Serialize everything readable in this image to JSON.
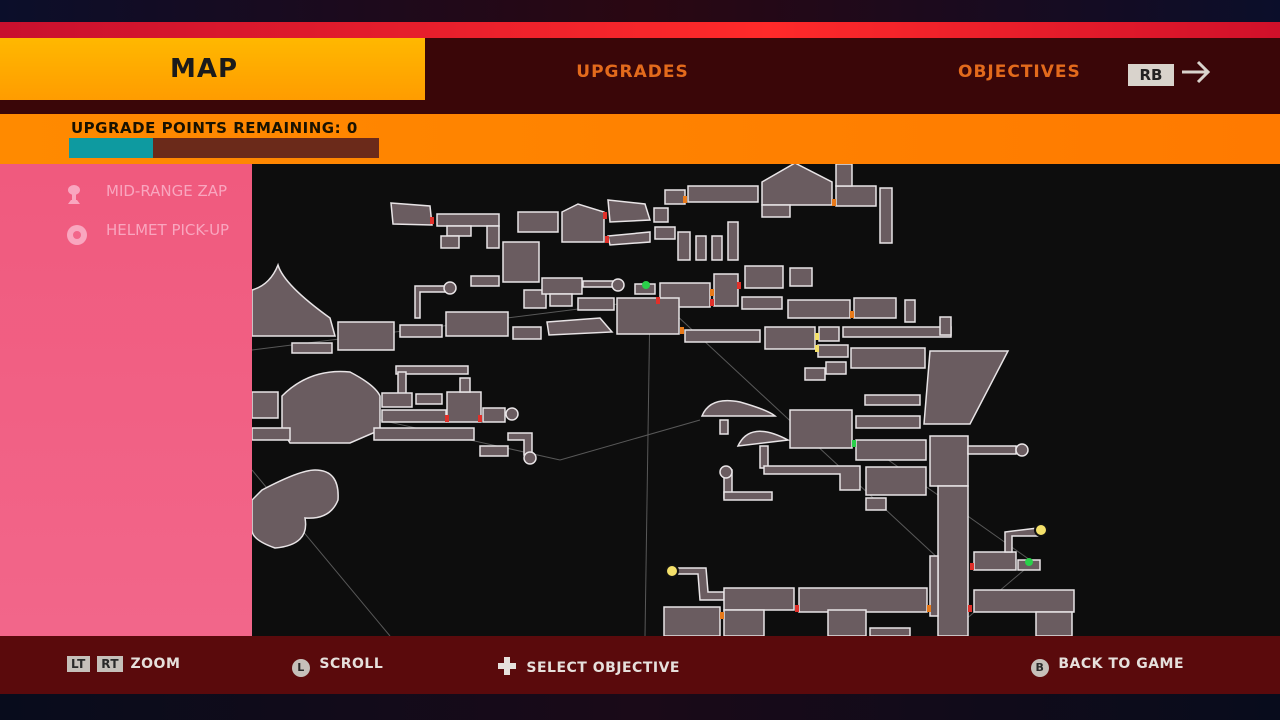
{
  "tabs": {
    "map": "MAP",
    "upgrades": "UPGRADES",
    "objectives": "OBJECTIVES",
    "next_button": "RB"
  },
  "upgrade_points": {
    "label": "UPGRADE POINTS REMAINING: 0",
    "progress_fraction": 0.27
  },
  "legend": [
    {
      "icon": "chalice-icon",
      "label": "MID-RANGE ZAP"
    },
    {
      "icon": "helmet-icon",
      "label": "HELMET PICK-UP"
    }
  ],
  "controls": {
    "zoom_left_key": "LT",
    "zoom_right_key": "RT",
    "zoom_label": "ZOOM",
    "scroll_key": "L",
    "scroll_label": "SCROLL",
    "select_label": "SELECT OBJECTIVE",
    "back_key": "B",
    "back_label": "BACK TO GAME"
  },
  "colors": {
    "accent_yellow": "#ffb800",
    "accent_orange": "#ff8a00",
    "panel_pink": "#f05a7e",
    "room_fill": "#6a5c60",
    "room_stroke": "#e8e4e6",
    "door_red": "#e0302a",
    "door_orange": "#e87a1a",
    "marker_green": "#2ad04a",
    "marker_yellow": "#f4e06a"
  }
}
